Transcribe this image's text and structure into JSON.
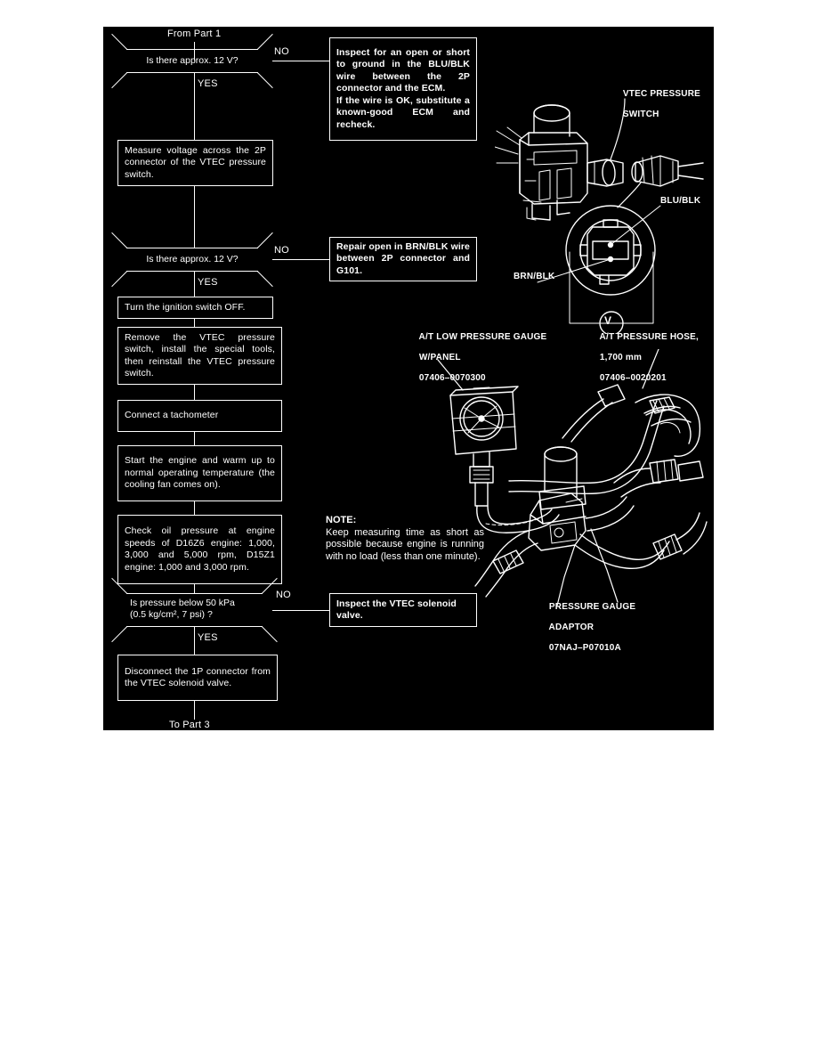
{
  "diagram": {
    "title_in": "From Part 1",
    "title_out": "To Part 3"
  },
  "flow": {
    "decision1": "Is there approx. 12 V?",
    "decision1_no": "NO",
    "decision1_yes": "YES",
    "box_measure": "Measure voltage across the 2P connector of the VTEC pressure switch.",
    "box_inspect_open_short": "Inspect for an open or short to ground in the BLU/BLK wire between the 2P connector and the ECM.\nIf the wire is OK, substitute a known-good ECM and recheck.",
    "decision2": "Is there approx. 12 V?",
    "decision2_no": "NO",
    "decision2_yes": "YES",
    "box_repair_open": "Repair open in BRN/BLK wire between 2P connector and G101.",
    "box_ignition_off": "Turn the ignition switch OFF.",
    "box_remove_switch": "Remove the VTEC pressure switch, install the special tools, then reinstall the VTEC pressure switch.",
    "box_tachometer": "Connect  a  tachometer",
    "box_start_engine": "Start the engine and warm up to normal operating temperature (the cooling fan comes on).",
    "box_check_pressure": "Check oil pressure at engine speeds of D16Z6 engine: 1,000, 3,000 and 5,000 rpm, D15Z1 engine: 1,000 and 3,000 rpm.",
    "decision3_line1": "Is pressure below 50 kPa",
    "decision3_line2": "(0.5 kg/cm², 7 psi) ?",
    "decision3_no": "NO",
    "decision3_yes": "YES",
    "box_inspect_solenoid": "Inspect  the  VTEC  solenoid valve.",
    "box_disconnect_1p": "Disconnect the 1P connector from the VTEC solenoid valve."
  },
  "note": {
    "heading": "NOTE",
    "colon": ":",
    "body": "Keep measuring time as short as possible because engine is running with no load (less than one minute)."
  },
  "illustration_top": {
    "label_switch_line1": "VTEC PRESSURE",
    "label_switch_line2": "SWITCH",
    "label_blu_blk": "BLU/BLK",
    "label_brn_blk": "BRN/BLK",
    "voltmeter_symbol": "V"
  },
  "illustration_bottom": {
    "gauge_line1": "A/T LOW PRESSURE GAUGE",
    "gauge_line2": "W/PANEL",
    "gauge_partno": "07406–0070300",
    "hose_line1": "A/T PRESSURE HOSE,",
    "hose_line2": "1,700 mm",
    "hose_partno": "07406–0020201",
    "adaptor_line1": "PRESSURE GAUGE",
    "adaptor_line2": "ADAPTOR",
    "adaptor_partno": "07NAJ–P07010A"
  },
  "colors": {
    "plate_background": "#000000",
    "ink": "#ffffff",
    "page_background": "#ffffff"
  }
}
